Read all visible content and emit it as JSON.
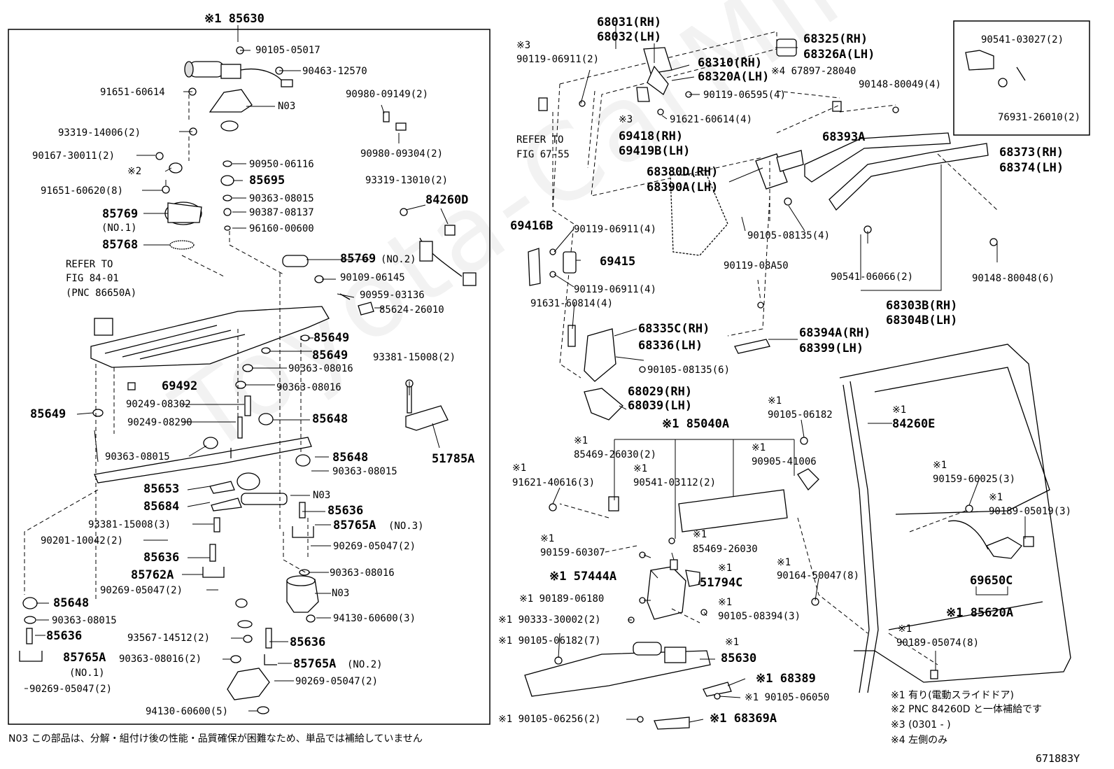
{
  "watermark": "Toyota-CarMiles",
  "figure_id": "671883Y",
  "left_panel": {
    "title": "※1 85630",
    "labels": [
      {
        "id": "p1",
        "text": "90105-05017"
      },
      {
        "id": "p2",
        "text": "90463-12570"
      },
      {
        "id": "p3",
        "text": "91651-60614"
      },
      {
        "id": "p4",
        "text": "N03"
      },
      {
        "id": "p5",
        "text": "90980-09149(2)"
      },
      {
        "id": "p6",
        "text": "93319-14006(2)"
      },
      {
        "id": "p7",
        "text": "90980-09304(2)"
      },
      {
        "id": "p8",
        "text": "90167-30011(2)"
      },
      {
        "id": "p9",
        "text": "90950-06116"
      },
      {
        "id": "p10",
        "text": "※2"
      },
      {
        "id": "p11",
        "text": "85695",
        "big": true
      },
      {
        "id": "p12",
        "text": "91651-60620(8)"
      },
      {
        "id": "p13",
        "text": "90363-08015"
      },
      {
        "id": "p14",
        "text": "93319-13010(2)"
      },
      {
        "id": "p15",
        "text": "90387-08137"
      },
      {
        "id": "p16",
        "text": "85769",
        "big": true
      },
      {
        "id": "p17",
        "text": "84260D",
        "big": true
      },
      {
        "id": "p18",
        "text": "(NO.1)"
      },
      {
        "id": "p19",
        "text": "96160-00600"
      },
      {
        "id": "p20",
        "text": "85768",
        "big": true
      },
      {
        "id": "p21",
        "text": "REFER TO"
      },
      {
        "id": "p22",
        "text": "FIG 84-01"
      },
      {
        "id": "p23",
        "text": "(PNC 86650A)"
      },
      {
        "id": "p24",
        "text": "85769",
        "big": true
      },
      {
        "id": "p25",
        "text": "(NO.2)"
      },
      {
        "id": "p26",
        "text": "90109-06145"
      },
      {
        "id": "p27",
        "text": "90959-03136"
      },
      {
        "id": "p28",
        "text": "85624-26010"
      },
      {
        "id": "p29",
        "text": "85649",
        "big": true
      },
      {
        "id": "p30",
        "text": "85649",
        "big": true
      },
      {
        "id": "p31",
        "text": "93381-15008(2)"
      },
      {
        "id": "p32",
        "text": "90363-08016"
      },
      {
        "id": "p33",
        "text": "69492",
        "big": true
      },
      {
        "id": "p34",
        "text": "90363-08016"
      },
      {
        "id": "p35",
        "text": "90249-08302"
      },
      {
        "id": "p36",
        "text": "85649",
        "big": true
      },
      {
        "id": "p37",
        "text": "90249-08290"
      },
      {
        "id": "p38",
        "text": "85648",
        "big": true
      },
      {
        "id": "p39",
        "text": "51785A",
        "big": true
      },
      {
        "id": "p40",
        "text": "90363-08015"
      },
      {
        "id": "p41",
        "text": "85648",
        "big": true
      },
      {
        "id": "p42",
        "text": "90363-08015"
      },
      {
        "id": "p43",
        "text": "85653",
        "big": true
      },
      {
        "id": "p44",
        "text": "N03"
      },
      {
        "id": "p45",
        "text": "85684",
        "big": true
      },
      {
        "id": "p46",
        "text": "85636",
        "big": true
      },
      {
        "id": "p47",
        "text": "93381-15008(3)"
      },
      {
        "id": "p48",
        "text": "85765A",
        "big": true
      },
      {
        "id": "p49",
        "text": "(NO.3)"
      },
      {
        "id": "p50",
        "text": "90201-10042(2)"
      },
      {
        "id": "p51",
        "text": "90269-05047(2)"
      },
      {
        "id": "p52",
        "text": "85636",
        "big": true
      },
      {
        "id": "p53",
        "text": "85762A",
        "big": true
      },
      {
        "id": "p54",
        "text": "90363-08016"
      },
      {
        "id": "p55",
        "text": "90269-05047(2)"
      },
      {
        "id": "p56",
        "text": "N03"
      },
      {
        "id": "p57",
        "text": "85648",
        "big": true
      },
      {
        "id": "p58",
        "text": "90363-08015"
      },
      {
        "id": "p59",
        "text": "94130-60600(3)"
      },
      {
        "id": "p60",
        "text": "85636",
        "big": true
      },
      {
        "id": "p61",
        "text": "93567-14512(2)"
      },
      {
        "id": "p62",
        "text": "85636",
        "big": true
      },
      {
        "id": "p63",
        "text": "85765A",
        "big": true
      },
      {
        "id": "p64",
        "text": "90363-08016(2)"
      },
      {
        "id": "p65",
        "text": "85765A",
        "big": true
      },
      {
        "id": "p66",
        "text": "(NO.2)"
      },
      {
        "id": "p67",
        "text": "(NO.1)"
      },
      {
        "id": "p68",
        "text": "90269-05047(2)"
      },
      {
        "id": "p69",
        "text": "90269-05047(2)"
      },
      {
        "id": "p70",
        "text": "94130-60600(5)"
      }
    ]
  },
  "right_panel": {
    "labels": [
      {
        "id": "r1",
        "text": "68031(RH)",
        "big": true
      },
      {
        "id": "r2",
        "text": "68032(LH)",
        "big": true
      },
      {
        "id": "r3",
        "text": "※3"
      },
      {
        "id": "r4",
        "text": "68325(RH)",
        "big": true
      },
      {
        "id": "r5",
        "text": "68326A(LH)",
        "big": true
      },
      {
        "id": "r6",
        "text": "90119-06911(2)"
      },
      {
        "id": "r7",
        "text": "68310(RH)",
        "big": true
      },
      {
        "id": "r8",
        "text": "68320A(LH)",
        "big": true
      },
      {
        "id": "r9",
        "text": "※4 67897-28040"
      },
      {
        "id": "r10",
        "text": "90119-06595(4)"
      },
      {
        "id": "r11",
        "text": "※3"
      },
      {
        "id": "r12",
        "text": "91621-60614(4)"
      },
      {
        "id": "r13",
        "text": "69418(RH)",
        "big": true
      },
      {
        "id": "r14",
        "text": "69419B(LH)",
        "big": true
      },
      {
        "id": "r15",
        "text": "REFER TO"
      },
      {
        "id": "r16",
        "text": "FIG 67-55"
      },
      {
        "id": "r17",
        "text": "68393A",
        "big": true
      },
      {
        "id": "r18",
        "text": "90148-80049(4)"
      },
      {
        "id": "r19",
        "text": "68380D(RH)",
        "big": true
      },
      {
        "id": "r20",
        "text": "68390A(LH)",
        "big": true
      },
      {
        "id": "r21",
        "text": "69416B",
        "big": true
      },
      {
        "id": "r22",
        "text": "90119-06911(4)"
      },
      {
        "id": "r23",
        "text": "90105-08135(4)"
      },
      {
        "id": "r24",
        "text": "69415",
        "big": true
      },
      {
        "id": "r25",
        "text": "90119-08A50"
      },
      {
        "id": "r26",
        "text": "90541-06066(2)"
      },
      {
        "id": "r27",
        "text": "90148-80048(6)"
      },
      {
        "id": "r28",
        "text": "90119-06911(4)"
      },
      {
        "id": "r29",
        "text": "91631-60814(4)"
      },
      {
        "id": "r30",
        "text": "68303B(RH)",
        "big": true
      },
      {
        "id": "r31",
        "text": "68304B(LH)",
        "big": true
      },
      {
        "id": "r32",
        "text": "68335C(RH)",
        "big": true
      },
      {
        "id": "r33",
        "text": "68336(LH)",
        "big": true
      },
      {
        "id": "r34",
        "text": "68394A(RH)",
        "big": true
      },
      {
        "id": "r35",
        "text": "68399(LH)",
        "big": true
      },
      {
        "id": "r36",
        "text": "90105-08135(6)"
      },
      {
        "id": "r37",
        "text": "68029(RH)",
        "big": true
      },
      {
        "id": "r38",
        "text": "68039(LH)",
        "big": true
      },
      {
        "id": "r39",
        "text": "※1"
      },
      {
        "id": "r40",
        "text": "90105-06182"
      },
      {
        "id": "r41",
        "text": "※1 85040A",
        "big": true
      },
      {
        "id": "r42",
        "text": "※1"
      },
      {
        "id": "r43",
        "text": "84260E",
        "big": true
      },
      {
        "id": "r44",
        "text": "※1"
      },
      {
        "id": "r45",
        "text": "85469-26030(2)"
      },
      {
        "id": "r46",
        "text": "※1"
      },
      {
        "id": "r47",
        "text": "90905-41006"
      },
      {
        "id": "r48",
        "text": "※1"
      },
      {
        "id": "r49",
        "text": "※1"
      },
      {
        "id": "r50",
        "text": "91621-40616(3)"
      },
      {
        "id": "r51",
        "text": "90541-03112(2)"
      },
      {
        "id": "r52",
        "text": "※1"
      },
      {
        "id": "r53",
        "text": "90159-60025(3)"
      },
      {
        "id": "r54",
        "text": "※1"
      },
      {
        "id": "r55",
        "text": "90189-05019(3)"
      },
      {
        "id": "r56",
        "text": "※1"
      },
      {
        "id": "r57",
        "text": "※1"
      },
      {
        "id": "r58",
        "text": "90159-60307"
      },
      {
        "id": "r59",
        "text": "85469-26030"
      },
      {
        "id": "r60",
        "text": "※1"
      },
      {
        "id": "r61",
        "text": "※1"
      },
      {
        "id": "r62",
        "text": "90164-50047(8)"
      },
      {
        "id": "r63",
        "text": "※1 57444A",
        "big": true
      },
      {
        "id": "r64",
        "text": "51794C",
        "big": true
      },
      {
        "id": "r65",
        "text": "69650C",
        "big": true
      },
      {
        "id": "r66",
        "text": "※1 90189-06180"
      },
      {
        "id": "r67",
        "text": "※1"
      },
      {
        "id": "r68",
        "text": "90105-08394(3)"
      },
      {
        "id": "r69",
        "text": "※1 85620A",
        "big": true
      },
      {
        "id": "r70",
        "text": "※1 90333-30002(2)"
      },
      {
        "id": "r71",
        "text": "※1"
      },
      {
        "id": "r72",
        "text": "※1 90105-06182(7)"
      },
      {
        "id": "r73",
        "text": "※1"
      },
      {
        "id": "r74",
        "text": "90189-05074(8)"
      },
      {
        "id": "r75",
        "text": "85630",
        "big": true
      },
      {
        "id": "r76",
        "text": "※1 68389",
        "big": true
      },
      {
        "id": "r77",
        "text": "※1 90105-06050"
      },
      {
        "id": "r78",
        "text": "※1 90105-06256(2)"
      },
      {
        "id": "r79",
        "text": "※1 68369A",
        "big": true
      }
    ]
  },
  "inset": {
    "labels": [
      {
        "id": "i1",
        "text": "90541-03027(2)"
      },
      {
        "id": "i2",
        "text": "76931-26010(2)"
      },
      {
        "id": "i3",
        "text": "68373(RH)",
        "big": true
      },
      {
        "id": "i4",
        "text": "68374(LH)",
        "big": true
      }
    ]
  },
  "footnotes": [
    "※1 有り(電動スライドドア)",
    "※2 PNC 84260D と一体補給です",
    "※3 (0301 -       )",
    "※4 左側のみ"
  ],
  "bottom_note": "N03 この部品は、分解・組付け後の性能・品質確保が困難なため、単品では補給していません"
}
